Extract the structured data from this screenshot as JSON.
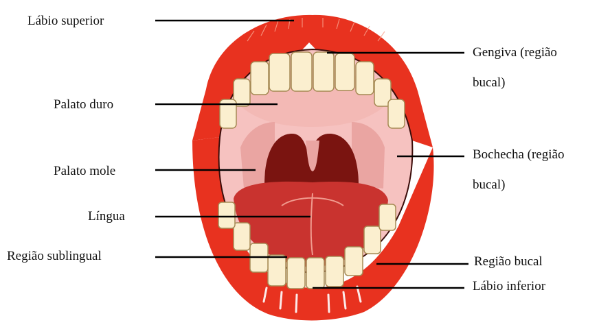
{
  "labels": {
    "labio_superior": "Lábio superior",
    "palato_duro": "Palato duro",
    "palato_mole": "Palato mole",
    "lingua": "Língua",
    "regiao_sublingual": "Região sublingual",
    "gengiva_line1": "Gengiva (região",
    "gengiva_line2": "bucal)",
    "bochecha_line1": "Bochecha (região",
    "bochecha_line2": "bucal)",
    "regiao_bucal": "Região bucal",
    "labio_inferior": "Lábio inferior"
  },
  "colors": {
    "lip": "#e8321f",
    "lip_dark": "#b51d10",
    "tooth": "#fbefcf",
    "tooth_edge": "#a68a55",
    "palate": "#f3b9b5",
    "cheek": "#f6c2c0",
    "throat": "#7a1410",
    "tongue": "#c9332f",
    "leader_line": "#000000"
  }
}
